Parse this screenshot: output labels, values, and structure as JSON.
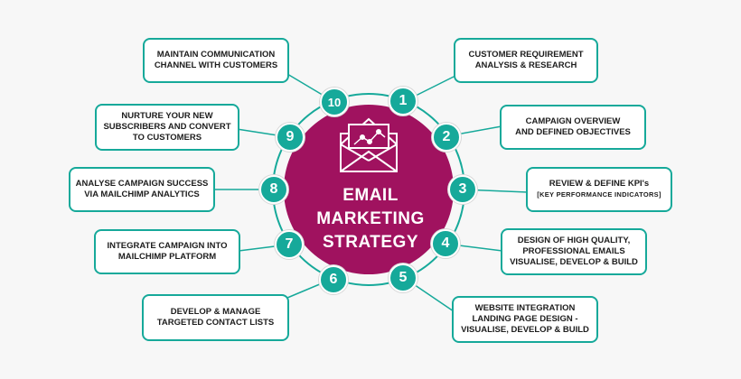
{
  "colors": {
    "accent": "#16a99a",
    "center": "#a0125f",
    "background": "#f7f7f7"
  },
  "center": {
    "icon": "email-chart-icon",
    "title_lines": [
      "EMAIL",
      "MARKETING",
      "STRATEGY"
    ]
  },
  "steps": [
    {
      "number": "1",
      "lines": [
        "CUSTOMER REQUIREMENT",
        "ANALYSIS & RESEARCH"
      ]
    },
    {
      "number": "2",
      "lines": [
        "CAMPAIGN OVERVIEW",
        "AND DEFINED OBJECTIVES"
      ]
    },
    {
      "number": "3",
      "lines": [
        "REVIEW & DEFINE KPI's",
        "[KEY PERFORMANCE INDICATORS]"
      ]
    },
    {
      "number": "4",
      "lines": [
        "DESIGN OF HIGH QUALITY,",
        "PROFESSIONAL EMAILS",
        "VISUALISE, DEVELOP & BUILD"
      ]
    },
    {
      "number": "5",
      "lines": [
        "WEBSITE INTEGRATION",
        "LANDING PAGE DESIGN -",
        "VISUALISE, DEVELOP & BUILD"
      ]
    },
    {
      "number": "6",
      "lines": [
        "DEVELOP & MANAGE",
        "TARGETED CONTACT LISTS"
      ]
    },
    {
      "number": "7",
      "lines": [
        "INTEGRATE CAMPAIGN INTO",
        "MAILCHIMP PLATFORM"
      ]
    },
    {
      "number": "8",
      "lines": [
        "ANALYSE CAMPAIGN SUCCESS",
        "VIA MAILCHIMP ANALYTICS"
      ]
    },
    {
      "number": "9",
      "lines": [
        "NURTURE YOUR NEW",
        "SUBSCRIBERS AND CONVERT",
        "TO CUSTOMERS"
      ]
    },
    {
      "number": "10",
      "lines": [
        "MAINTAIN COMMUNICATION",
        "CHANNEL WITH CUSTOMERS"
      ]
    }
  ]
}
